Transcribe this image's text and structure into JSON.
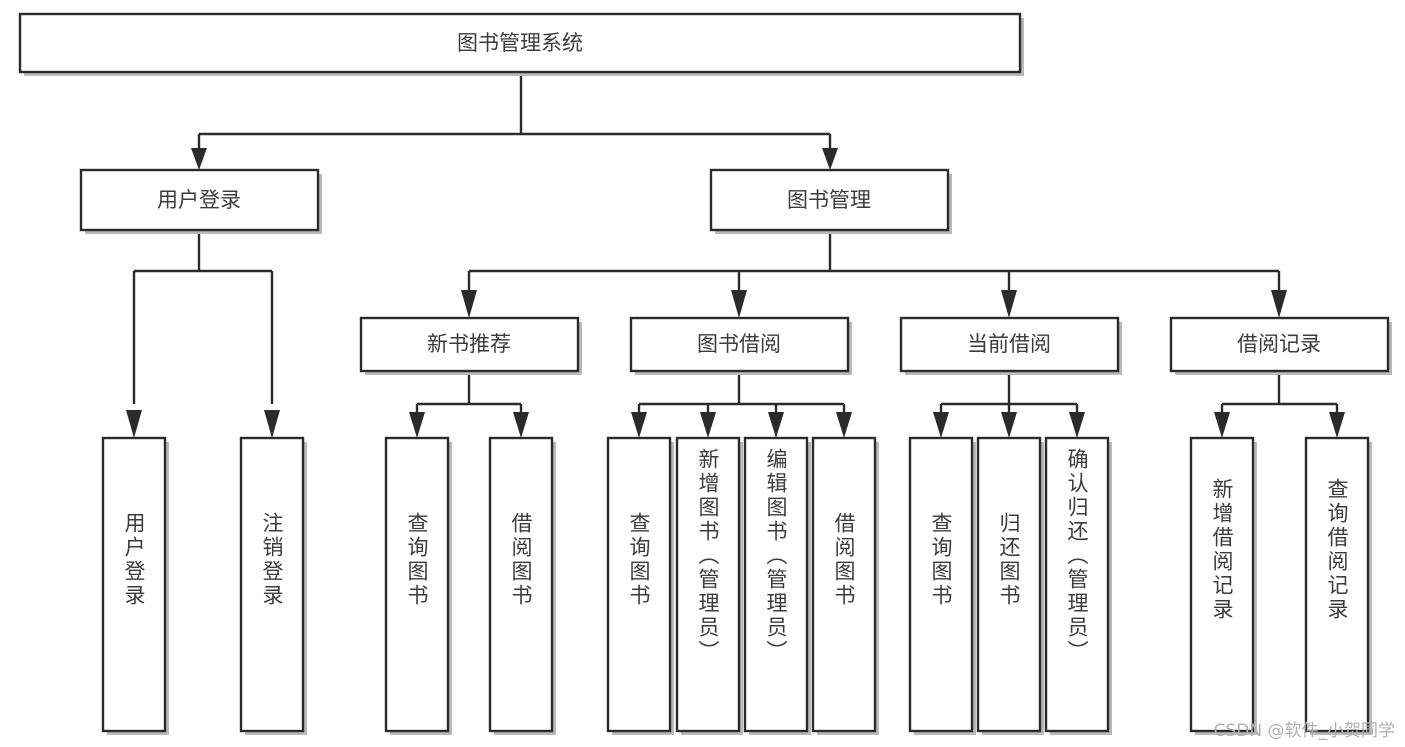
{
  "diagram": {
    "title": "图书管理系统",
    "type": "tree-hierarchy",
    "root": {
      "id": "root",
      "label": "图书管理系统"
    },
    "level2": [
      {
        "id": "user-login",
        "label": "用户登录"
      },
      {
        "id": "book-manage",
        "label": "图书管理"
      }
    ],
    "level3": [
      {
        "id": "new-book-rec",
        "label": "新书推荐",
        "parent": "book-manage"
      },
      {
        "id": "book-borrow",
        "label": "图书借阅",
        "parent": "book-manage"
      },
      {
        "id": "current-borrow",
        "label": "当前借阅",
        "parent": "book-manage"
      },
      {
        "id": "borrow-record",
        "label": "借阅记录",
        "parent": "book-manage"
      }
    ],
    "leaves": [
      {
        "id": "leaf-user-login",
        "label": "用户登录",
        "parent": "user-login"
      },
      {
        "id": "leaf-user-logout",
        "label": "注销登录",
        "parent": "user-login"
      },
      {
        "id": "leaf-query-book-1",
        "label": "查询图书",
        "parent": "new-book-rec"
      },
      {
        "id": "leaf-borrow-book-1",
        "label": "借阅图书",
        "parent": "new-book-rec"
      },
      {
        "id": "leaf-query-book-2",
        "label": "查询图书",
        "parent": "book-borrow"
      },
      {
        "id": "leaf-add-book",
        "label": "新增图书（管理员）",
        "parent": "book-borrow"
      },
      {
        "id": "leaf-edit-book",
        "label": "编辑图书（管理员）",
        "parent": "book-borrow"
      },
      {
        "id": "leaf-borrow-book-2",
        "label": "借阅图书",
        "parent": "book-borrow"
      },
      {
        "id": "leaf-query-book-3",
        "label": "查询图书",
        "parent": "current-borrow"
      },
      {
        "id": "leaf-return-book",
        "label": "归还图书",
        "parent": "current-borrow"
      },
      {
        "id": "leaf-confirm-return",
        "label": "确认归还（管理员）",
        "parent": "current-borrow"
      },
      {
        "id": "leaf-add-record",
        "label": "新增借阅记录",
        "parent": "borrow-record"
      },
      {
        "id": "leaf-query-record",
        "label": "查询借阅记录",
        "parent": "borrow-record"
      }
    ],
    "colors": {
      "stroke": "#2b2b2b",
      "fill": "#ffffff",
      "text": "#3c3c3c",
      "background": "#ffffff",
      "watermark": "#b0b0b0"
    }
  },
  "watermark": {
    "text": "CSDN @软件_小贺同学"
  }
}
